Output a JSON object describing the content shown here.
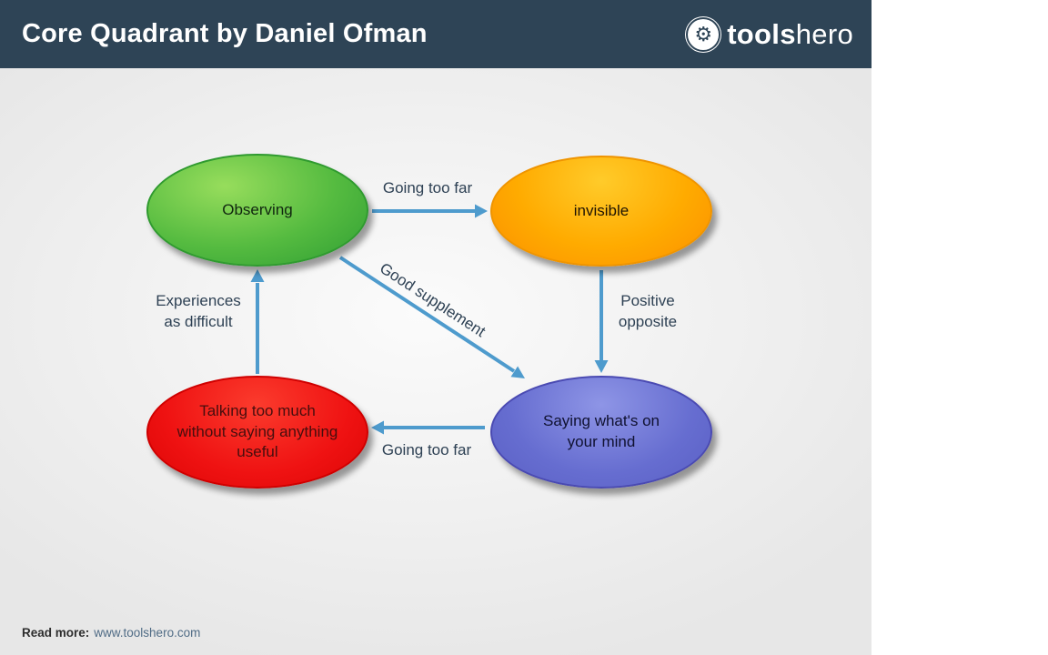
{
  "header": {
    "title": "Core Quadrant by Daniel Ofman",
    "logo_bold": "tools",
    "logo_light": "hero",
    "background_color": "#2e4456"
  },
  "diagram": {
    "title": "Core Quadrant by Daniel Ofman",
    "arrow_color": "#4e9bcd",
    "label_color": "#2e4154",
    "nodes": {
      "observing": {
        "label": "Observing",
        "lines": [
          "Observing"
        ],
        "fill": "#55bb40",
        "border": "#2f9a2f",
        "position": "top-left"
      },
      "invisible": {
        "label": "invisible",
        "lines": [
          "invisible"
        ],
        "fill": "#ffab00",
        "border": "#ef9400",
        "position": "top-right"
      },
      "talking": {
        "label": "Talking too much without saying anything useful",
        "lines": [
          "Talking too much",
          "without saying anything",
          "useful"
        ],
        "fill": "#ef1212",
        "border": "#cf0000",
        "position": "bottom-left"
      },
      "saying": {
        "label": "Saying what's on your mind",
        "lines": [
          "Saying what's on",
          "your mind"
        ],
        "fill": "#666dd0",
        "border": "#4a4ab2",
        "position": "bottom-right"
      }
    },
    "edges": {
      "observing_to_invisible": {
        "label": "Going too far",
        "lines": [
          "Going too far"
        ],
        "from": "observing",
        "to": "invisible"
      },
      "invisible_to_saying": {
        "label": "Positive opposite",
        "lines": [
          "Positive",
          "opposite"
        ],
        "from": "invisible",
        "to": "saying"
      },
      "saying_to_talking": {
        "label": "Going too far",
        "lines": [
          "Going too far"
        ],
        "from": "saying",
        "to": "talking"
      },
      "talking_to_observing": {
        "label": "Experiences as difficult",
        "lines": [
          "Experiences",
          "as difficult"
        ],
        "from": "talking",
        "to": "observing"
      },
      "observing_to_saying": {
        "label": "Good supplement",
        "lines": [
          "Good supplement"
        ],
        "from": "observing",
        "to": "saying"
      }
    }
  },
  "footer": {
    "read_more_label": "Read more:",
    "website": "www.toolshero.com"
  }
}
